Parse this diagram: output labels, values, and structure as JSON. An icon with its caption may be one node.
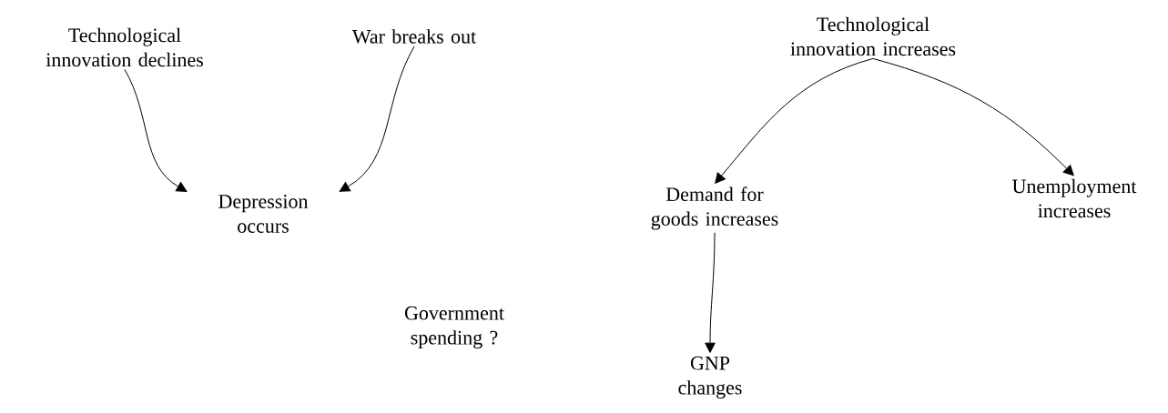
{
  "diagram": {
    "nodes": [
      {
        "text": [
          "Technological innovation declines"
        ]
      },
      {
        "text": [
          "War breaks out"
        ]
      },
      {
        "text": [
          "Depression occurs"
        ]
      },
      {
        "text": [
          "Technological innovation increases"
        ]
      },
      {
        "text": [
          "Demand for goods increases"
        ]
      },
      {
        "text": [
          "Unemployment increases"
        ]
      },
      {
        "text": [
          "GNP changes"
        ]
      }
    ],
    "edges": [
      {
        "from": 0,
        "to": 2,
        "arrow": "to"
      },
      {
        "from": 1,
        "to": 2,
        "arrow": "to"
      },
      {
        "from": 3,
        "to": 4,
        "arrow": "to"
      },
      {
        "from": 3,
        "to": 5,
        "arrow": "to"
      },
      {
        "from": 4,
        "to": 6,
        "arrow": "to"
      }
    ],
    "labels": [
      "Government spending ?"
    ]
  }
}
